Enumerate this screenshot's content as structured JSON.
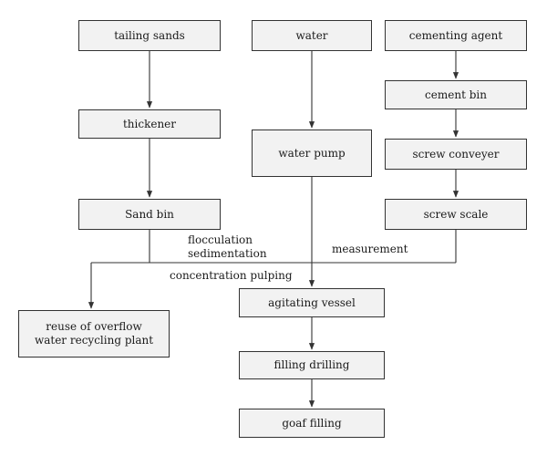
{
  "colors": {
    "box_fill": "#f2f2f2",
    "line": "#333333",
    "background": "#ffffff"
  },
  "nodes": {
    "tailing_sands": "tailing sands",
    "thickener": "thickener",
    "sand_bin": "Sand bin",
    "water": "water",
    "water_pump": "water pump",
    "cementing_agent": "cementing agent",
    "cement_bin": "cement bin",
    "screw_conveyer": "screw conveyer",
    "screw_scale": "screw scale",
    "reuse_line1": "reuse of overflow",
    "reuse_line2": "water recycling plant",
    "agitating_vessel": "agitating vessel",
    "filling_drilling": "filling drilling",
    "goaf_filling": "goaf filling"
  },
  "labels": {
    "flocculation": "flocculation",
    "sedimentation": "sedimentation",
    "measurement": "measurement",
    "concentration_pulping": "concentration pulping"
  }
}
